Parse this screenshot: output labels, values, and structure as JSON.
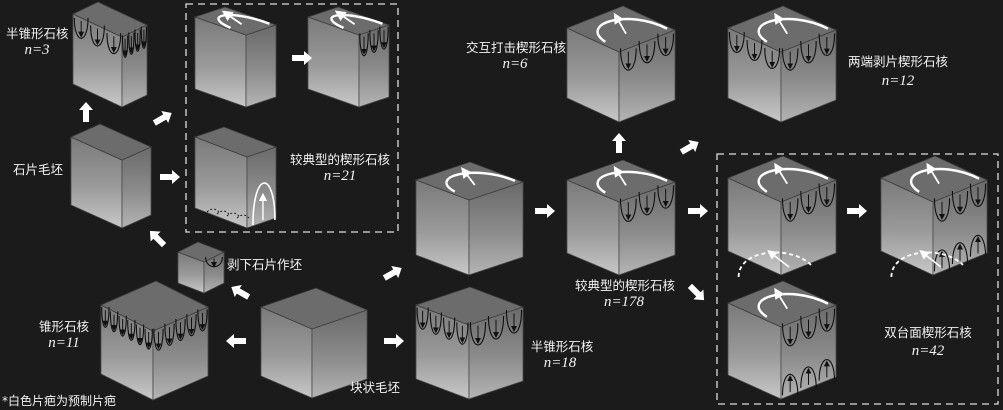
{
  "labels": {
    "half_cone_core_top": "半锥形石核",
    "half_cone_core_top_n": "n=3",
    "flake_blank": "石片毛坯",
    "typical_wedge_core_flake": "较典型的楔形石核",
    "typical_wedge_core_flake_n": "n=21",
    "detach_flake_as_blank": "剥下石片作坯",
    "cone_core": "锥形石核",
    "cone_core_n": "n=11",
    "block_blank": "块状毛坯",
    "half_cone_core_bottom": "半锥形石核",
    "half_cone_core_bottom_n": "n=18",
    "typical_wedge_core_block": "较典型的楔形石核",
    "typical_wedge_core_block_n": "n=178",
    "alternate_strike_wedge_core": "交互打击楔形石核",
    "alternate_strike_wedge_core_n": "n=6",
    "bipolar_wedge_core": "两端剥片楔形石核",
    "bipolar_wedge_core_n": "n=12",
    "double_platform_wedge_core": "双台面楔形石核",
    "double_platform_wedge_core_n": "n=42",
    "footnote": "*白色片疤为预制片疤"
  },
  "colors": {
    "background": "#1b1b1b",
    "cube_top": "#6c6c6c",
    "scar_white": "#ffffff",
    "scar_black": "#111111"
  }
}
